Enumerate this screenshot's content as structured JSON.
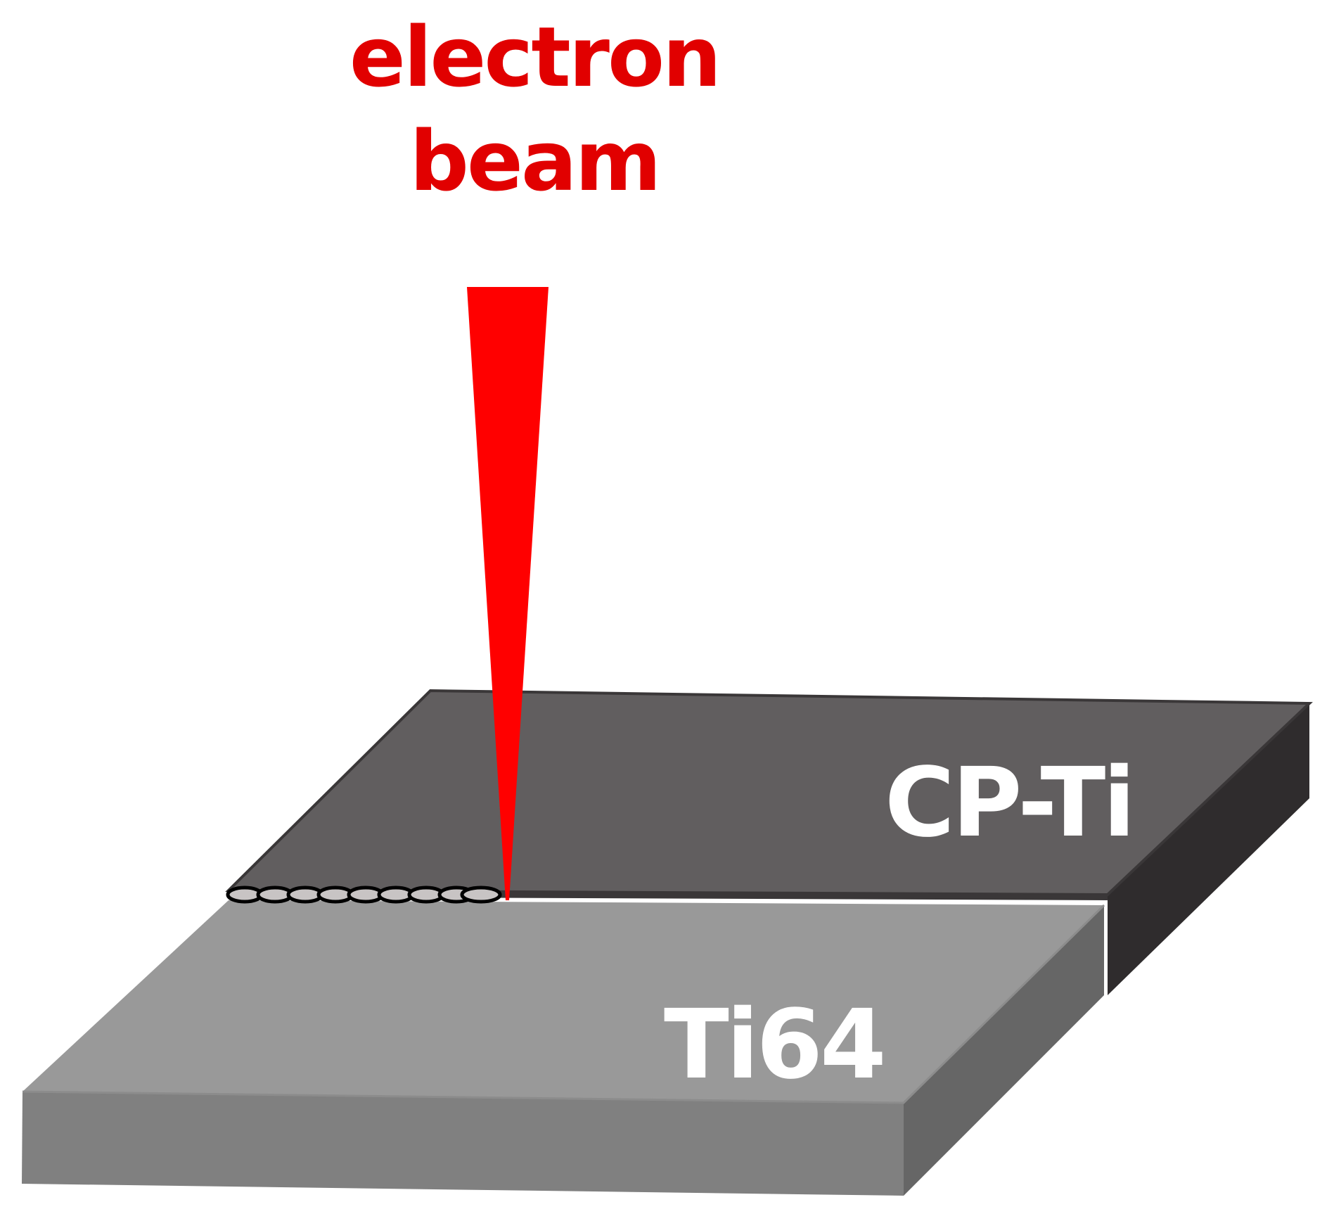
{
  "figure": {
    "beam_label": {
      "line1": "electron",
      "line2": "beam",
      "color": "#e10000"
    },
    "plates": [
      {
        "name": "CP-Ti",
        "label": "CP-Ti",
        "top_color": "#615e5f",
        "side_color": "#2f2c2d"
      },
      {
        "name": "Ti64",
        "label": "Ti64",
        "top_color": "#999999",
        "front_color": "#808080",
        "side_color": "#666666"
      }
    ],
    "beam_color": "#ff0000",
    "weld_bead": {
      "count": 9,
      "fill": "#c8c4c4",
      "stroke": "#000000"
    }
  }
}
